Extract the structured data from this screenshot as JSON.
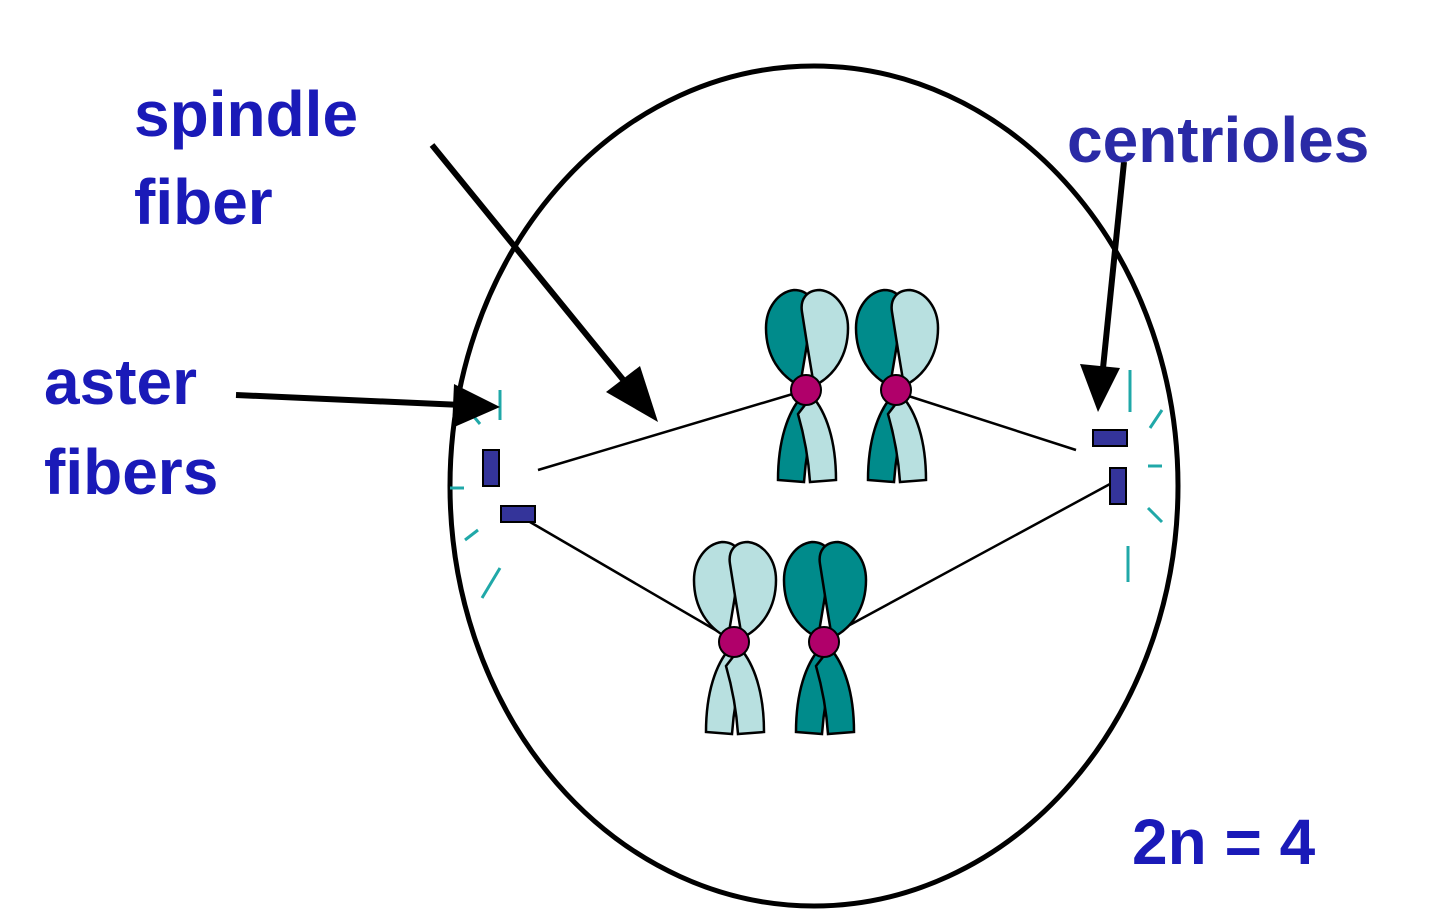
{
  "labels": {
    "spindle_fiber": [
      "spindle",
      "fiber"
    ],
    "aster_fibers": [
      "aster",
      "fibers"
    ],
    "centrioles": "centrioles",
    "ploidy": "2n = 4"
  },
  "colors": {
    "label_text": "#1a1ab8",
    "centrioles_text": "#2a2aa6",
    "outline": "#000000",
    "chromatid_dark": "#008b8b",
    "chromatid_light": "#b8e0e0",
    "centromere": "#b0006a",
    "centriole": "#34349a",
    "aster_ray": "#20a8a8"
  },
  "icons": [
    "cell-membrane",
    "chromosome",
    "centromere",
    "centriole",
    "aster-ray",
    "arrow"
  ]
}
